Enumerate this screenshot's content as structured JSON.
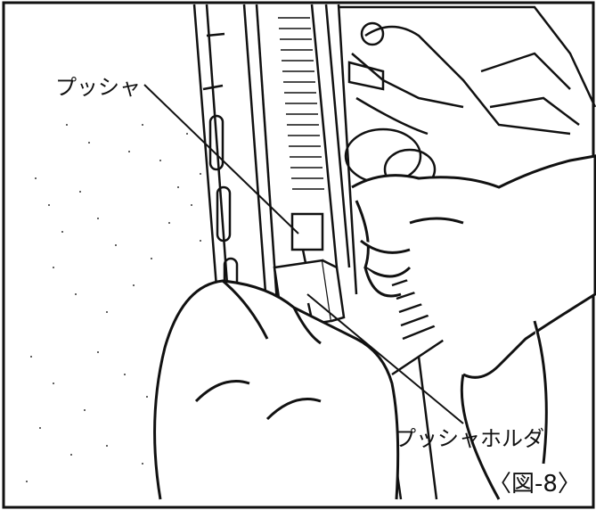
{
  "labels": {
    "pusher": "プッシャ",
    "pusher_holder": "プッシャホルダ",
    "figure_number": "〈図-8〉"
  },
  "colors": {
    "line": "#111111",
    "paper": "#ffffff"
  }
}
